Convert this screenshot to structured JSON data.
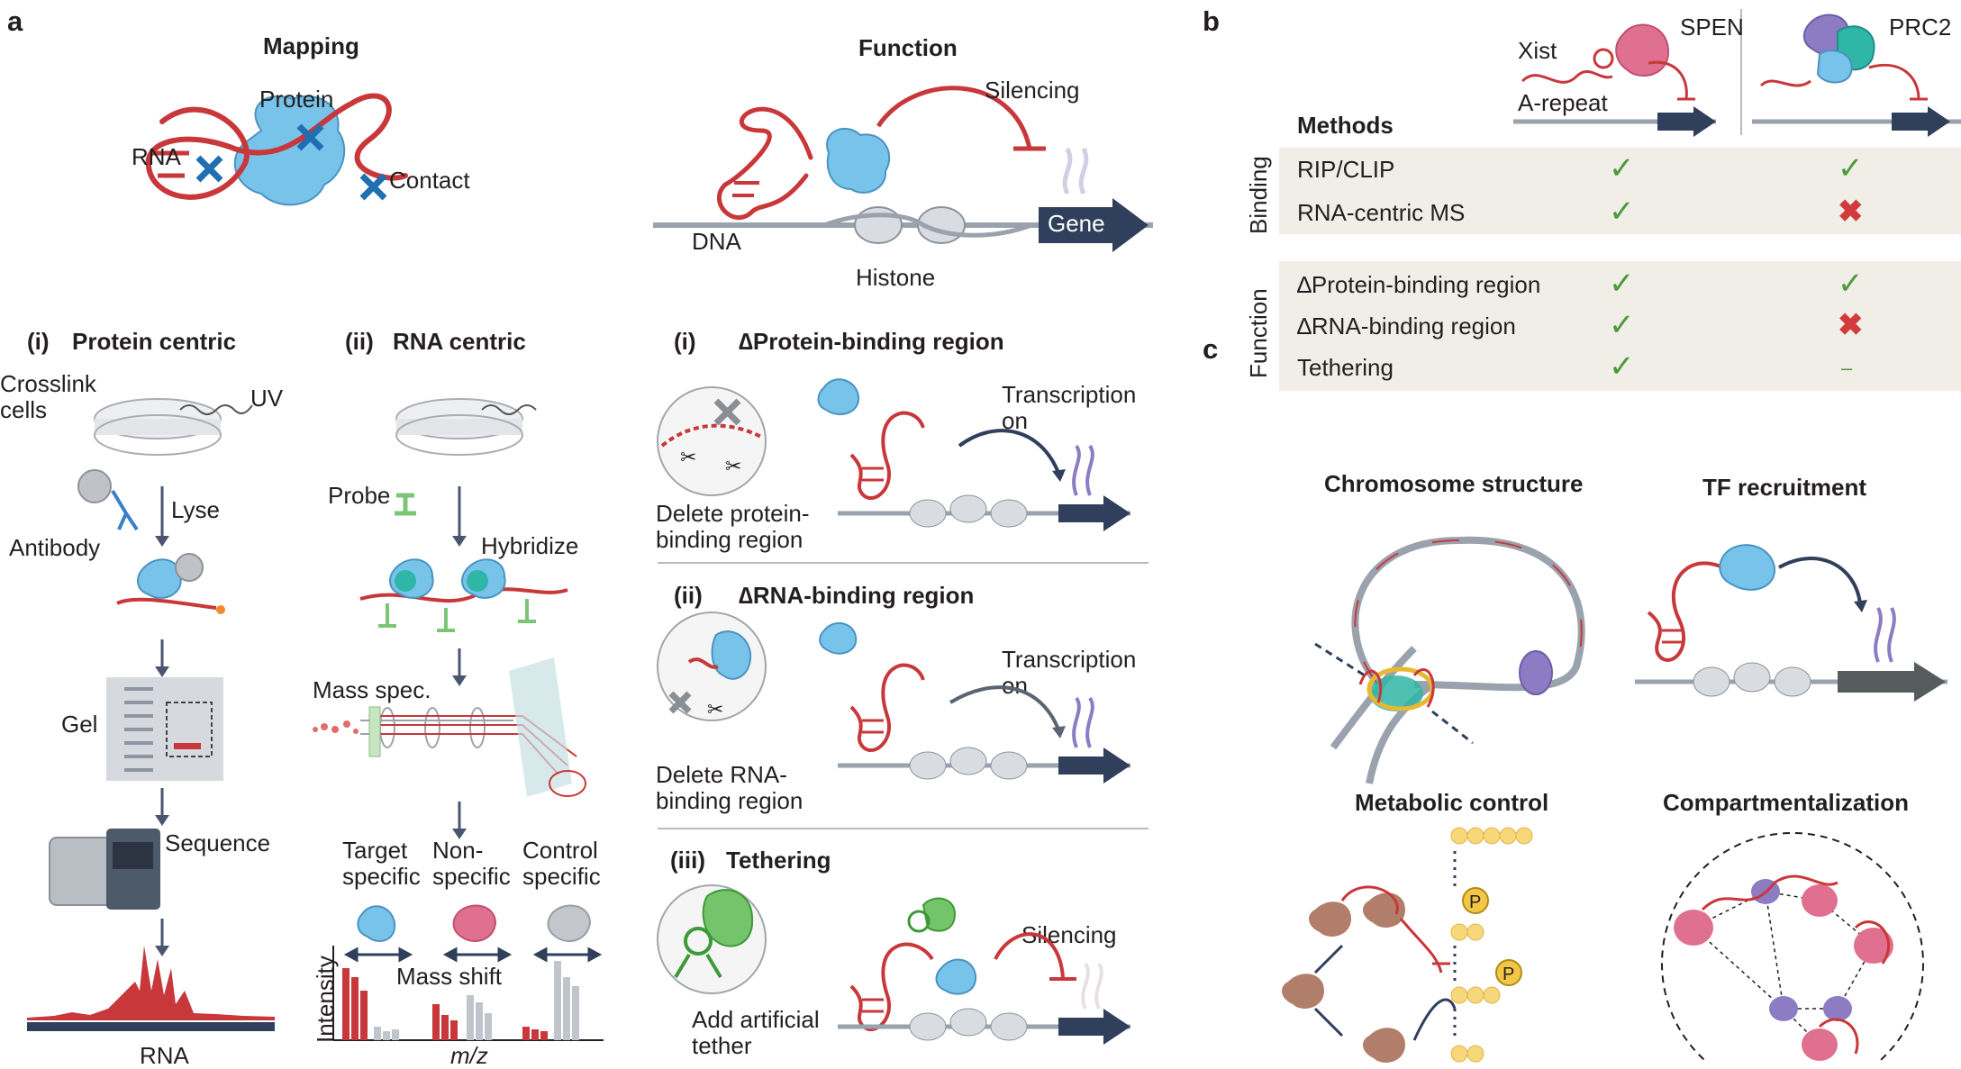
{
  "panel_a": {
    "letter": "a",
    "mapping": {
      "title": "Mapping",
      "labels": {
        "protein": "Protein",
        "rna": "RNA",
        "contact": "Contact"
      }
    },
    "function": {
      "title": "Function",
      "labels": {
        "silencing": "Silencing",
        "dna": "DNA",
        "gene": "Gene",
        "histone": "Histone"
      }
    },
    "protein_centric": {
      "numeral": "(i)",
      "title": "Protein centric",
      "steps": {
        "crosslink": "Crosslink\ncells",
        "uv": "UV",
        "lyse": "Lyse",
        "antibody": "Antibody",
        "gel": "Gel",
        "sequence": "Sequence",
        "rna": "RNA"
      }
    },
    "rna_centric": {
      "numeral": "(ii)",
      "title": "RNA centric",
      "steps": {
        "probe": "Probe",
        "hybridize": "Hybridize",
        "mass_spec": "Mass spec.",
        "minus": "–",
        "plus": "+"
      },
      "categories": {
        "target": "Target\nspecific",
        "non": "Non-\nspecific",
        "control": "Control\nspecific"
      },
      "mass_shift": "Mass shift",
      "y_axis": "Intensity",
      "x_axis": "m/z"
    },
    "functional": [
      {
        "numeral": "(i)",
        "title": "∆Protein-binding region",
        "left_label": "Delete protein-\nbinding region",
        "right_label": "Transcription\non"
      },
      {
        "numeral": "(ii)",
        "title": "∆RNA-binding region",
        "left_label": "Delete RNA-\nbinding region",
        "right_label": "Transcription\non"
      },
      {
        "numeral": "(iii)",
        "title": "Tethering",
        "left_label": "Add artificial\ntether",
        "right_label": "Silencing"
      }
    ]
  },
  "panel_b": {
    "letter": "b",
    "header": {
      "xist": "Xist",
      "a_repeat": "A-repeat",
      "spen": "SPEN",
      "prc2": "PRC2"
    },
    "methods_label": "Methods",
    "groups": [
      {
        "name": "Binding",
        "rows": [
          {
            "method": "RIP/CLIP",
            "spen": "✓",
            "prc2": "✓"
          },
          {
            "method": "RNA-centric MS",
            "spen": "✓",
            "prc2": "✖"
          }
        ]
      },
      {
        "name": "Function",
        "rows": [
          {
            "method": "∆Protein-binding region",
            "spen": "✓",
            "prc2": "✓"
          },
          {
            "method": "∆RNA-binding region",
            "spen": "✓",
            "prc2": "✖"
          },
          {
            "method": "Tethering",
            "spen": "✓",
            "prc2": "–"
          }
        ]
      }
    ]
  },
  "panel_c": {
    "letter": "c",
    "titles": {
      "chromosome": "Chromosome structure",
      "tf": "TF recruitment",
      "metabolic": "Metabolic control",
      "compartment": "Compartmentalization"
    },
    "p_label": "P"
  },
  "colors": {
    "rna": "#c8373a",
    "protein_blue": "#78c3ea",
    "gene_arrow": "#2f3f5c",
    "tick_green": "#4c9a3b",
    "cross_red": "#d23a3c",
    "band": "#f0eee6",
    "purple": "#8d7cc4",
    "pink": "#e0708f",
    "brown": "#b07e6a",
    "yellow": "#f6d77a",
    "teal": "#2fb6a6"
  }
}
